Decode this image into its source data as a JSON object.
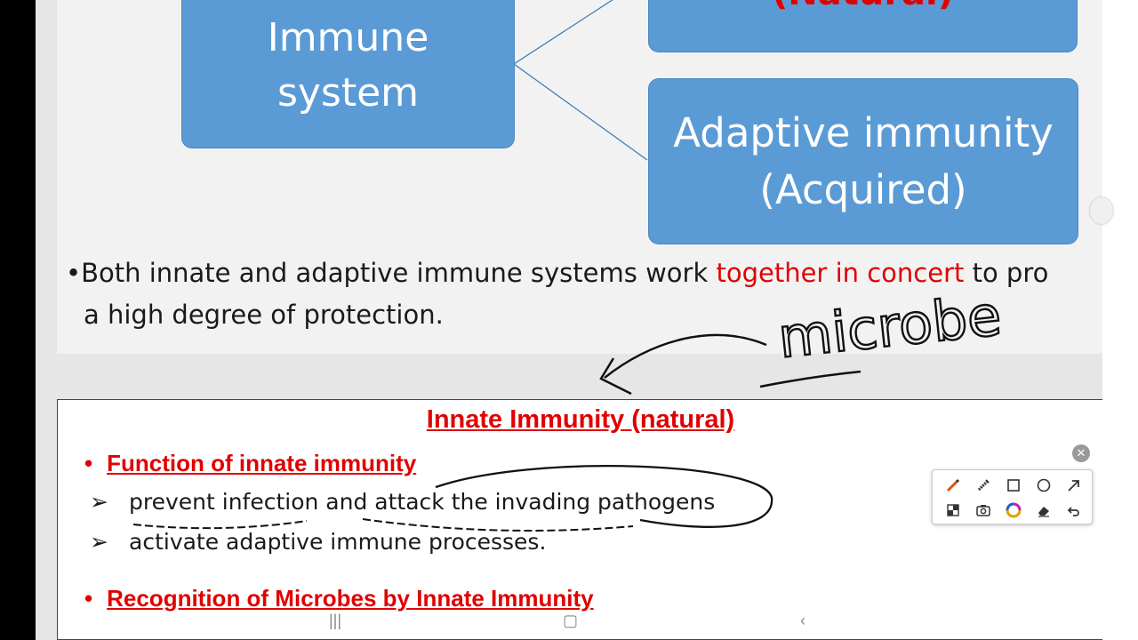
{
  "slide_top": {
    "box_immune": [
      "Immune",
      "system"
    ],
    "box_natural": "(Natural)",
    "box_adaptive": [
      "Adaptive immunity",
      "(Acquired)"
    ],
    "bullet_before": "Both innate and adaptive immune systems work ",
    "bullet_highlight": "together in concert",
    "bullet_after": " to pro",
    "bullet_line2": "a high degree of protection."
  },
  "annotation": {
    "handwritten": "microbe"
  },
  "slide_bottom": {
    "title": "Innate Immunity (natural)",
    "section1": "Function of innate immunity",
    "items": [
      "prevent infection and attack the invading pathogens",
      "activate adaptive immune processes."
    ],
    "section2": "Recognition of Microbes by Innate Immunity"
  },
  "toolbar": {
    "tools": [
      "pen-icon",
      "highlighter-icon",
      "rectangle-icon",
      "circle-icon",
      "arrow-icon",
      "grid-icon",
      "camera-icon",
      "color-wheel-icon",
      "eraser-icon",
      "undo-icon"
    ]
  },
  "colors": {
    "box_blue": "#5b9bd5",
    "accent_red": "#e00000"
  }
}
